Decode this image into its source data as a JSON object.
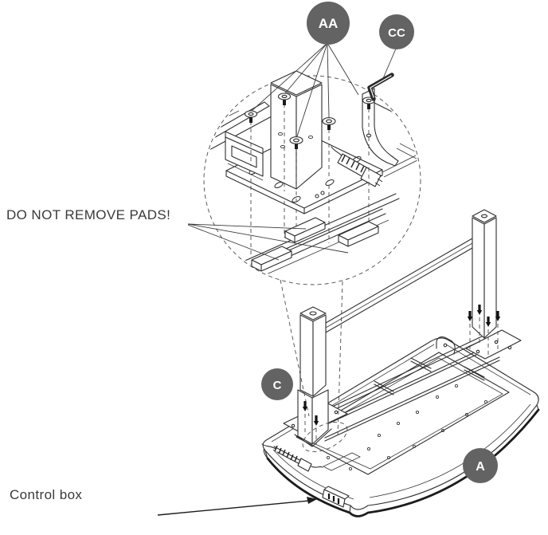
{
  "figure": {
    "type": "furniture-assembly-diagram",
    "background": "#ffffff",
    "line_color": "#2e2e2e",
    "badge_fill": "#636363",
    "badge_text_color": "#ffffff",
    "callouts": {
      "aa": "AA",
      "cc": "CC",
      "c": "C",
      "a": "A"
    },
    "annotations": {
      "pads_warning": "DO NOT REMOVE PADS!",
      "control_box": "Control box"
    }
  }
}
